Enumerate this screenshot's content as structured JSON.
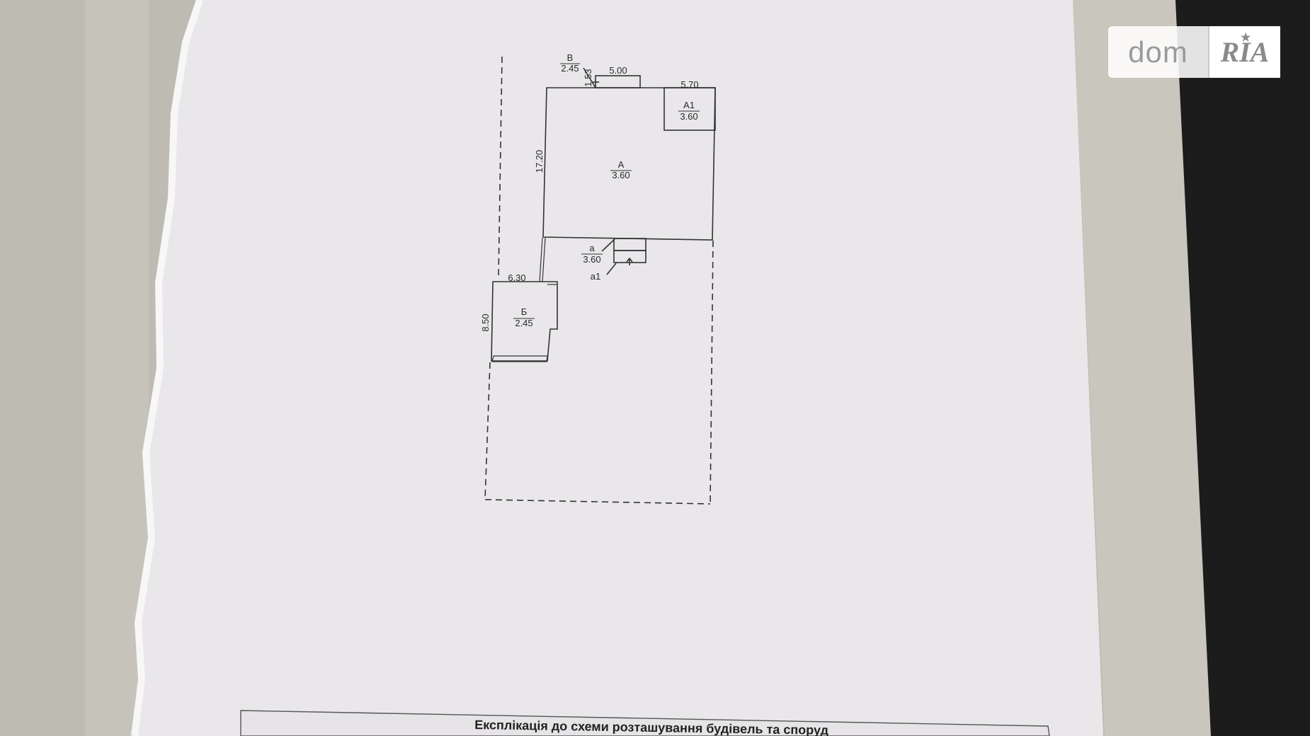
{
  "watermark": {
    "brand_left": "dom",
    "brand_right": "RIA",
    "star_icon": "★"
  },
  "plan": {
    "labels": {
      "v_name": "В",
      "v_height": "2.45",
      "dim_1_53": "1.53",
      "dim_5_00": "5.00",
      "dim_5_70": "5.70",
      "a1_name": "А1",
      "a1_height": "3.60",
      "dim_17_20": "17.20",
      "a_name": "А",
      "a_height": "3.60",
      "porch_name": "а",
      "porch_height": "3.60",
      "porch_step_name": "а1",
      "dim_6_30": "6.30",
      "b_name": "Б",
      "b_height": "2.45",
      "dim_8_50": "8.50"
    }
  },
  "footer": {
    "table_title": "Експлікація до схеми розташування будівель та споруд"
  }
}
